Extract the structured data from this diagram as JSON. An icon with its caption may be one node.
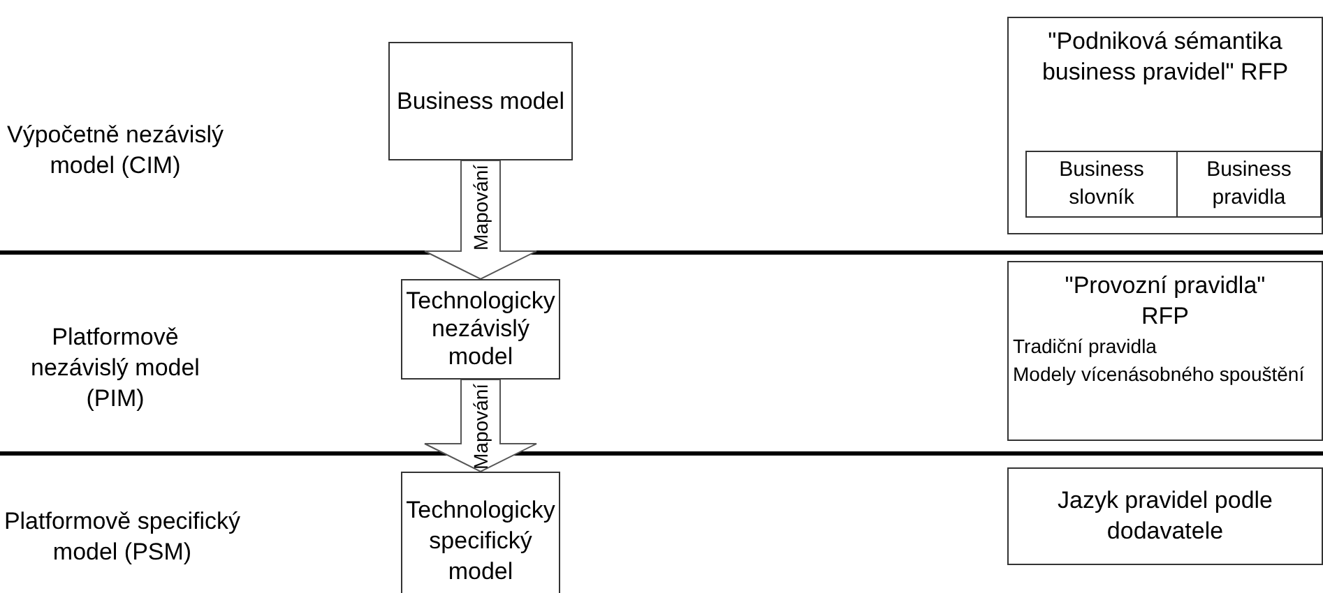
{
  "diagram": {
    "nodes": [
      {
        "text": [
          "Business model"
        ]
      },
      {
        "text": [
          "Technologicky nezávislý model"
        ]
      },
      {
        "text": [
          "Technologicky specifický model"
        ]
      },
      {
        "text": [
          "\"Podniková sémantika business pravidel\" RFP"
        ]
      },
      {
        "text": [
          "Business slovník"
        ],
        "in": 3
      },
      {
        "text": [
          "Business pravidla"
        ],
        "in": 3
      },
      {
        "text": [
          "\"Provozní pravidla\" RFP",
          "Tradiční pravidla",
          "Modely vícenásobného spouštění"
        ]
      },
      {
        "text": [
          "Jazyk pravidel podle dodavatele"
        ]
      }
    ],
    "edges": [
      {
        "from": 0,
        "to": 1,
        "arrow": "to",
        "label": "Mapování"
      },
      {
        "from": 1,
        "to": 2,
        "arrow": "to",
        "label": "Mapování"
      }
    ],
    "labels": [
      "Výpočetně nezávislý model (CIM)",
      "Platformově nezávislý model (PIM)",
      "Platformově specifický model (PSM)"
    ]
  }
}
